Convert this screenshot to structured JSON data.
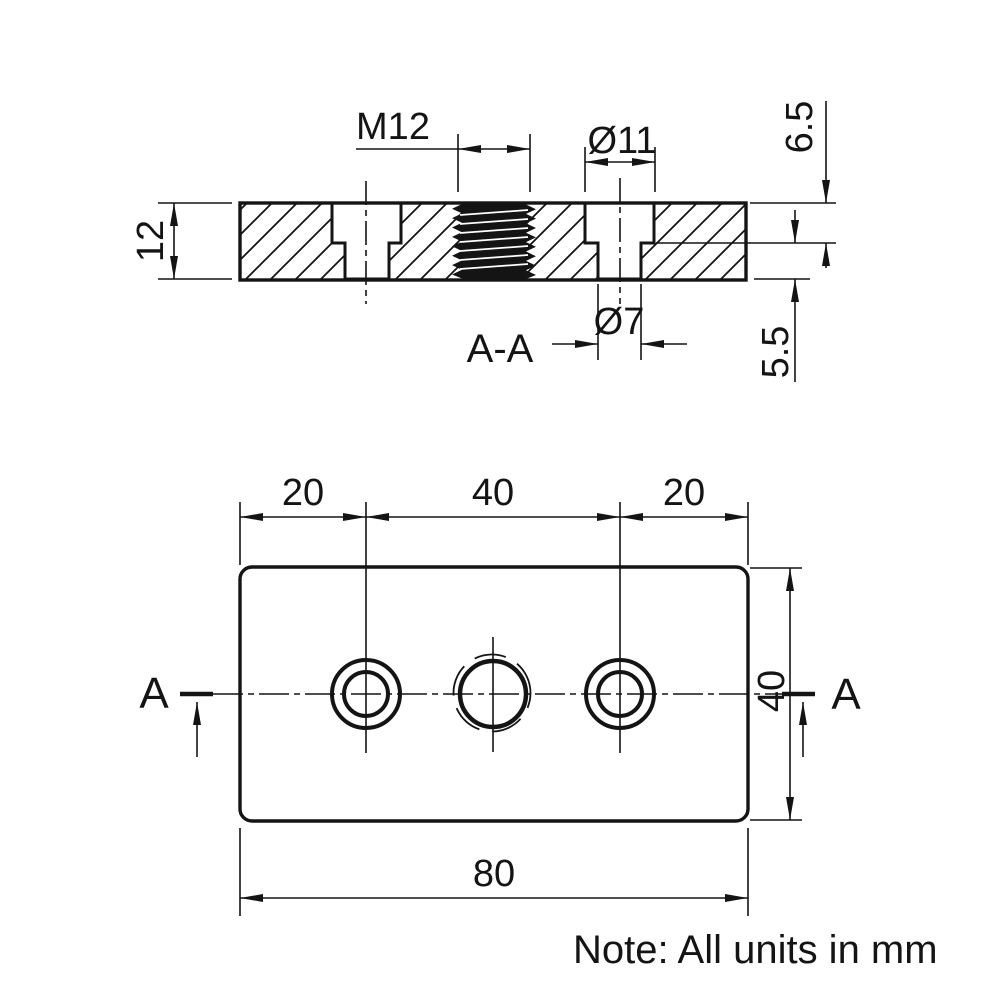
{
  "drawing": {
    "note": "Note: All units in mm",
    "section_view": {
      "label": "A-A",
      "thickness": "12",
      "thread_spec": "M12",
      "counterbore_diameter": "Ø11",
      "through_hole_diameter": "Ø7",
      "counterbore_depth": "6.5",
      "through_depth": "5.5"
    },
    "plan_view": {
      "section_marker_left": "A",
      "section_marker_right": "A",
      "left_offset": "20",
      "hole_spacing": "40",
      "right_offset": "20",
      "plate_height": "40",
      "plate_width": "80"
    },
    "colors": {
      "line": "#141414",
      "background": "#ffffff"
    }
  }
}
